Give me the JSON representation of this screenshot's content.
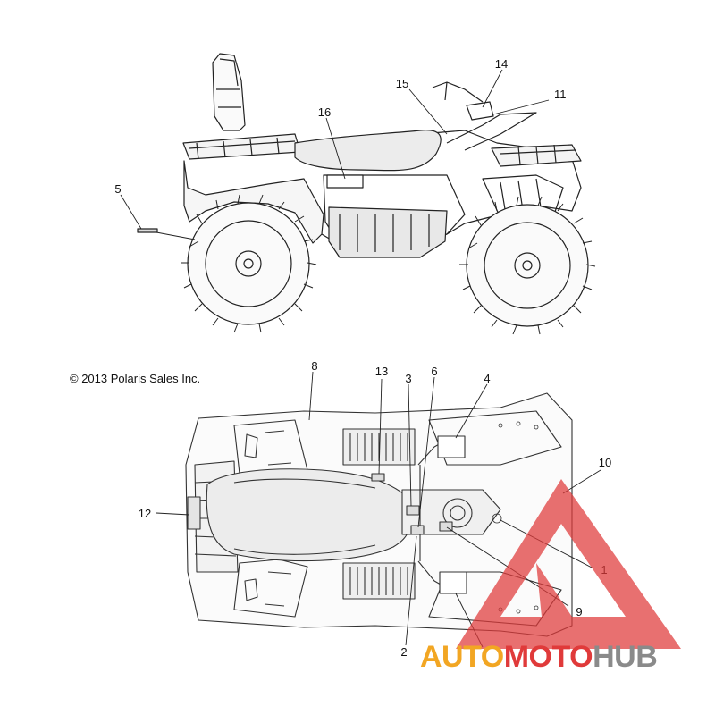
{
  "copyright": "© 2013 Polaris Sales Inc.",
  "watermark": {
    "part1": "AUTO",
    "part2": "MOTO",
    "part3": "HUB",
    "colors": {
      "auto": "#f2a623",
      "moto": "#e03a3a",
      "hub": "#8a8a8a",
      "triangle": "#e03a3a"
    }
  },
  "callouts": {
    "c1": "1",
    "c2": "2",
    "c3": "3",
    "c4": "4",
    "c5": "5",
    "c6": "6",
    "c7": "7",
    "c8": "8",
    "c9": "9",
    "c10": "10",
    "c11": "11",
    "c12": "12",
    "c13": "13",
    "c14": "14",
    "c15": "15",
    "c16": "16"
  }
}
